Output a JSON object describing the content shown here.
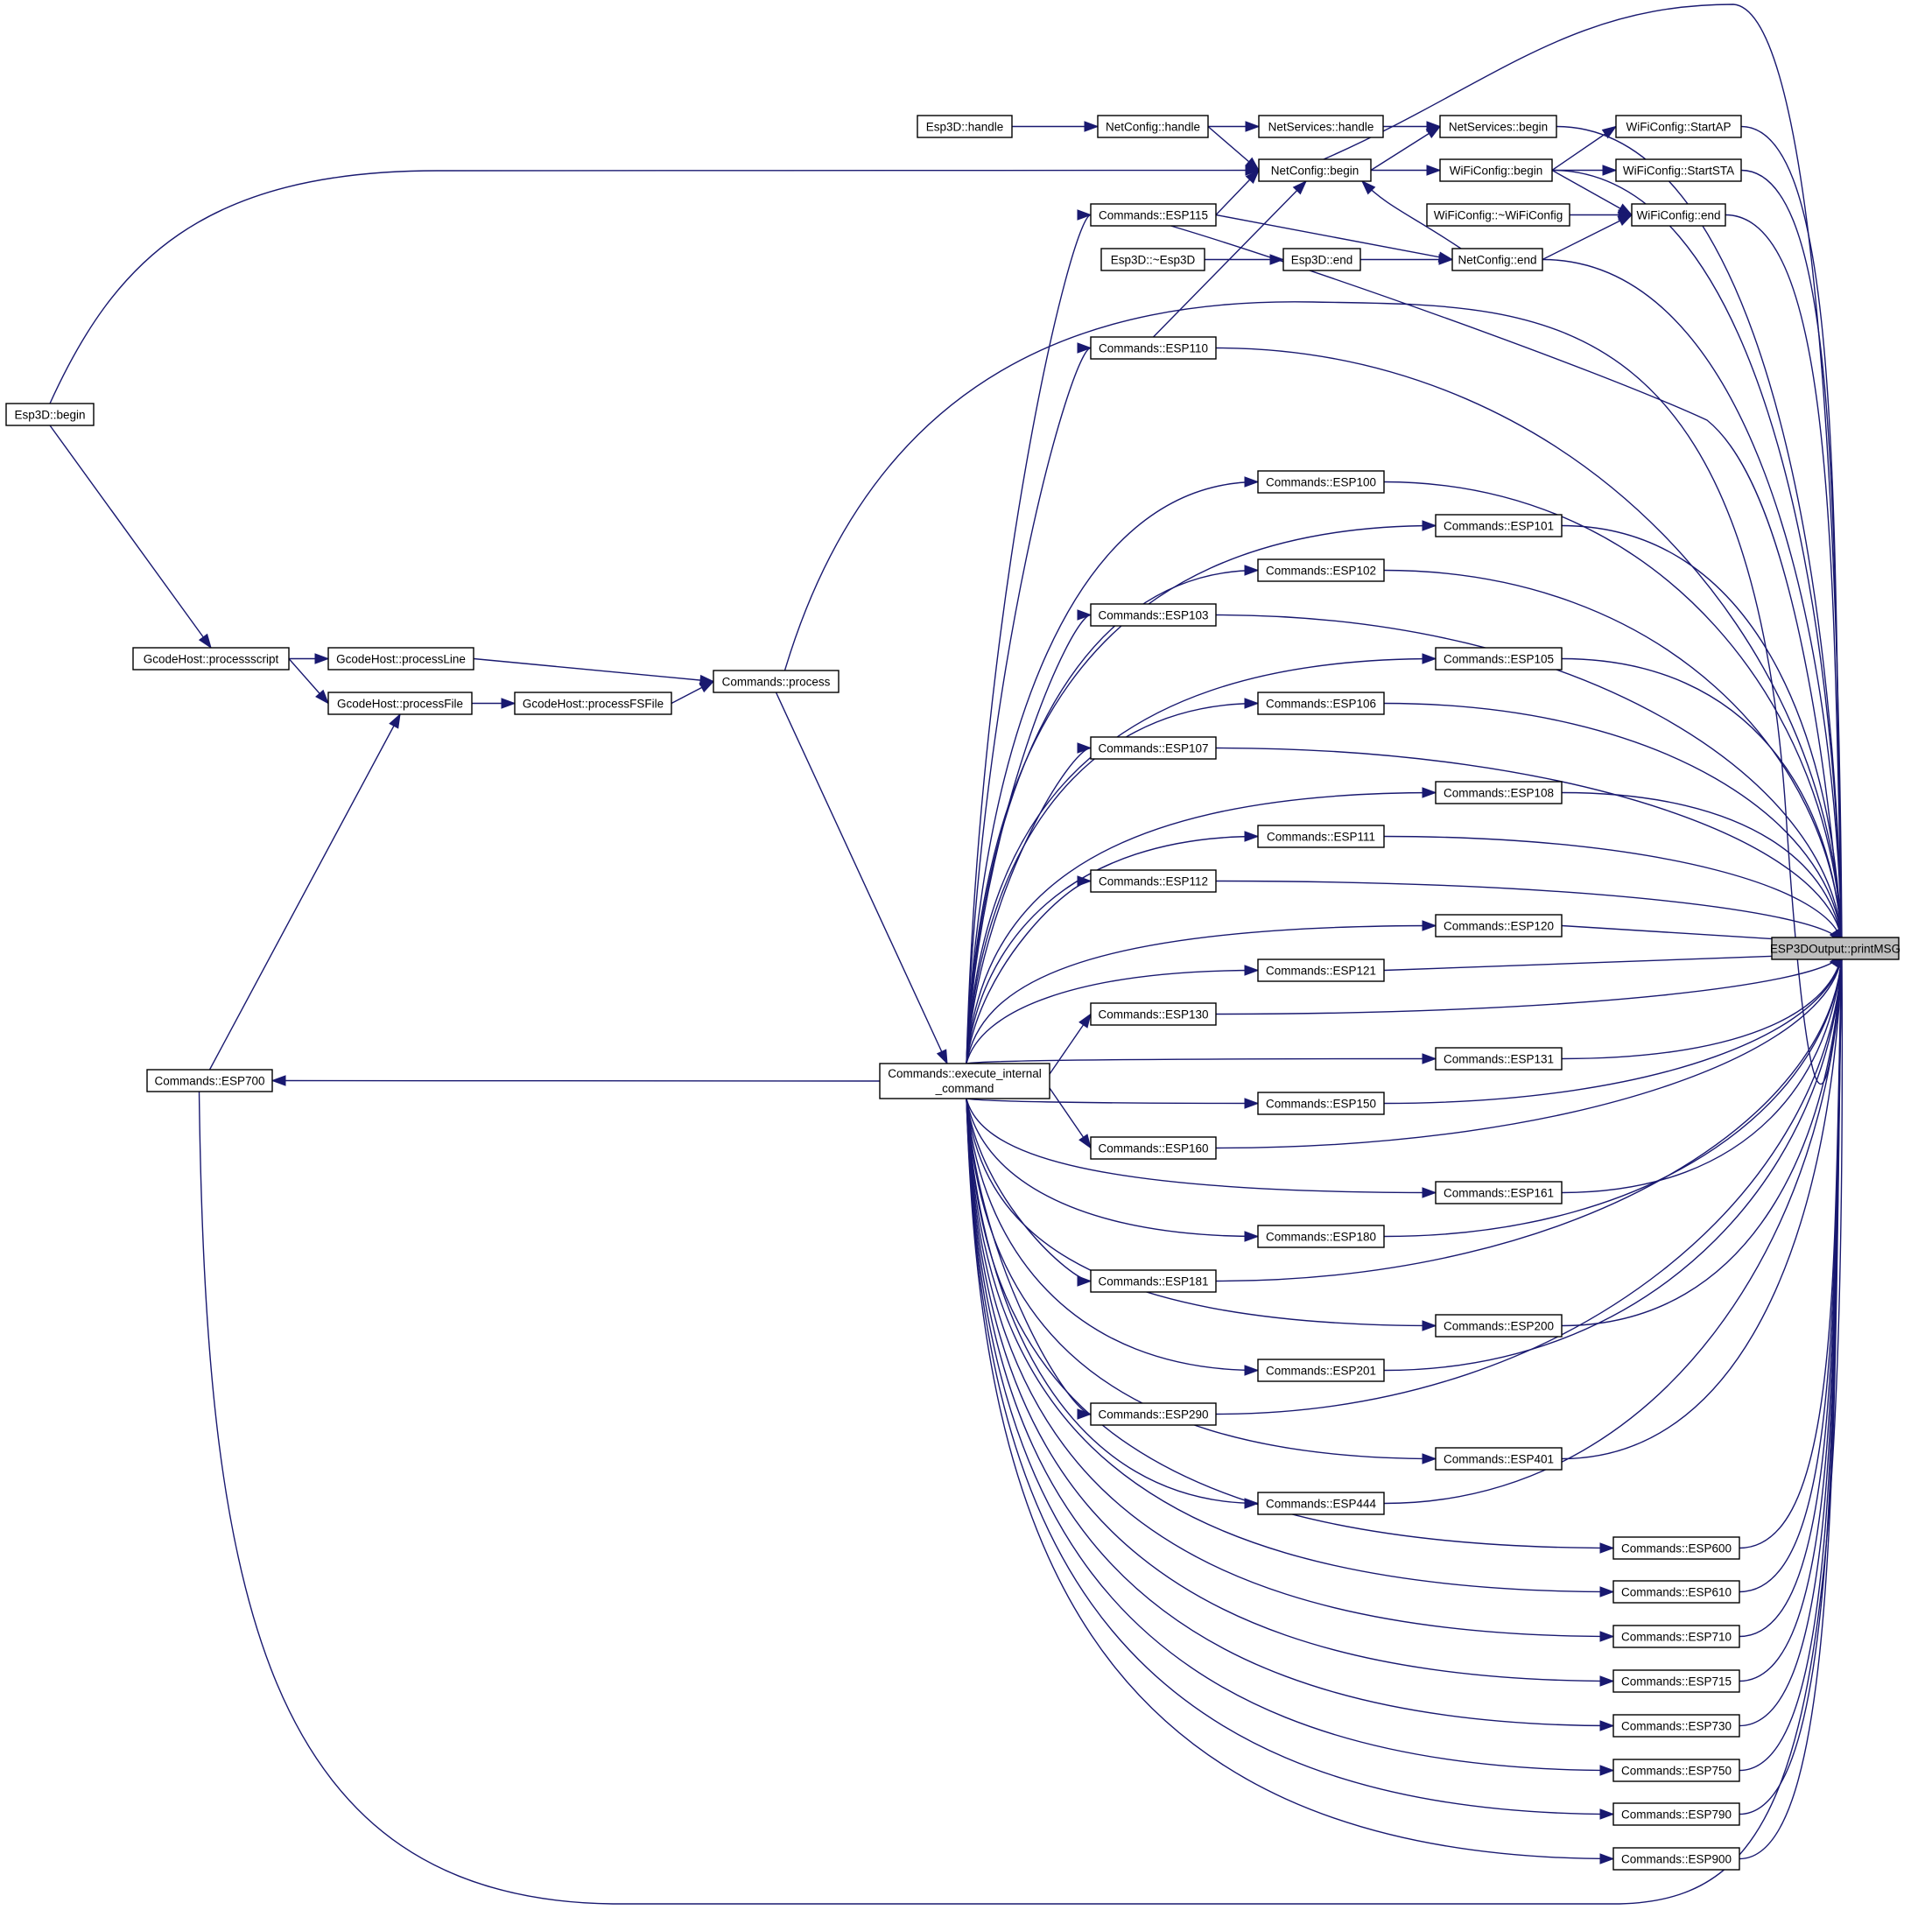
{
  "diagram": {
    "edge_color": "#191970",
    "root_fill": "#bfbfbf",
    "nodes": [
      {
        "id": "printMSG",
        "label": "ESP3DOutput::printMSG",
        "root": true
      },
      {
        "id": "esp3d_handle",
        "label": "Esp3D::handle"
      },
      {
        "id": "netconfig_handle",
        "label": "NetConfig::handle"
      },
      {
        "id": "netservices_handle",
        "label": "NetServices::handle"
      },
      {
        "id": "netservices_begin",
        "label": "NetServices::begin"
      },
      {
        "id": "wifi_startap",
        "label": "WiFiConfig::StartAP"
      },
      {
        "id": "netconfig_begin",
        "label": "NetConfig::begin"
      },
      {
        "id": "wifi_begin",
        "label": "WiFiConfig::begin"
      },
      {
        "id": "wifi_startsta",
        "label": "WiFiConfig::StartSTA"
      },
      {
        "id": "wifi_destructor",
        "label": "WiFiConfig::~WiFiConfig"
      },
      {
        "id": "wifi_end",
        "label": "WiFiConfig::end"
      },
      {
        "id": "esp115",
        "label": "Commands::ESP115"
      },
      {
        "id": "esp3d_destructor",
        "label": "Esp3D::~Esp3D"
      },
      {
        "id": "esp3d_end",
        "label": "Esp3D::end"
      },
      {
        "id": "netconfig_end",
        "label": "NetConfig::end"
      },
      {
        "id": "esp110",
        "label": "Commands::ESP110"
      },
      {
        "id": "esp3d_begin",
        "label": "Esp3D::begin"
      },
      {
        "id": "esp100",
        "label": "Commands::ESP100"
      },
      {
        "id": "esp101",
        "label": "Commands::ESP101"
      },
      {
        "id": "esp102",
        "label": "Commands::ESP102"
      },
      {
        "id": "esp103",
        "label": "Commands::ESP103"
      },
      {
        "id": "gcode_processscript",
        "label": "GcodeHost::processscript"
      },
      {
        "id": "gcode_processline",
        "label": "GcodeHost::processLine"
      },
      {
        "id": "esp105",
        "label": "Commands::ESP105"
      },
      {
        "id": "commands_process",
        "label": "Commands::process"
      },
      {
        "id": "gcode_processfile",
        "label": "GcodeHost::processFile"
      },
      {
        "id": "gcode_processfsfile",
        "label": "GcodeHost::processFSFile"
      },
      {
        "id": "esp106",
        "label": "Commands::ESP106"
      },
      {
        "id": "esp107",
        "label": "Commands::ESP107"
      },
      {
        "id": "esp108",
        "label": "Commands::ESP108"
      },
      {
        "id": "esp111",
        "label": "Commands::ESP111"
      },
      {
        "id": "esp112",
        "label": "Commands::ESP112"
      },
      {
        "id": "esp120",
        "label": "Commands::ESP120"
      },
      {
        "id": "esp121",
        "label": "Commands::ESP121"
      },
      {
        "id": "esp130",
        "label": "Commands::ESP130"
      },
      {
        "id": "esp131",
        "label": "Commands::ESP131"
      },
      {
        "id": "esp700",
        "label": "Commands::ESP700"
      },
      {
        "id": "exec_internal",
        "label": "Commands::execute_internal",
        "label2": "_command"
      },
      {
        "id": "esp150",
        "label": "Commands::ESP150"
      },
      {
        "id": "esp160",
        "label": "Commands::ESP160"
      },
      {
        "id": "esp161",
        "label": "Commands::ESP161"
      },
      {
        "id": "esp180",
        "label": "Commands::ESP180"
      },
      {
        "id": "esp181",
        "label": "Commands::ESP181"
      },
      {
        "id": "esp200",
        "label": "Commands::ESP200"
      },
      {
        "id": "esp201",
        "label": "Commands::ESP201"
      },
      {
        "id": "esp290",
        "label": "Commands::ESP290"
      },
      {
        "id": "esp401",
        "label": "Commands::ESP401"
      },
      {
        "id": "esp444",
        "label": "Commands::ESP444"
      },
      {
        "id": "esp600",
        "label": "Commands::ESP600"
      },
      {
        "id": "esp610",
        "label": "Commands::ESP610"
      },
      {
        "id": "esp710",
        "label": "Commands::ESP710"
      },
      {
        "id": "esp715",
        "label": "Commands::ESP715"
      },
      {
        "id": "esp730",
        "label": "Commands::ESP730"
      },
      {
        "id": "esp750",
        "label": "Commands::ESP750"
      },
      {
        "id": "esp790",
        "label": "Commands::ESP790"
      },
      {
        "id": "esp900",
        "label": "Commands::ESP900"
      }
    ]
  }
}
